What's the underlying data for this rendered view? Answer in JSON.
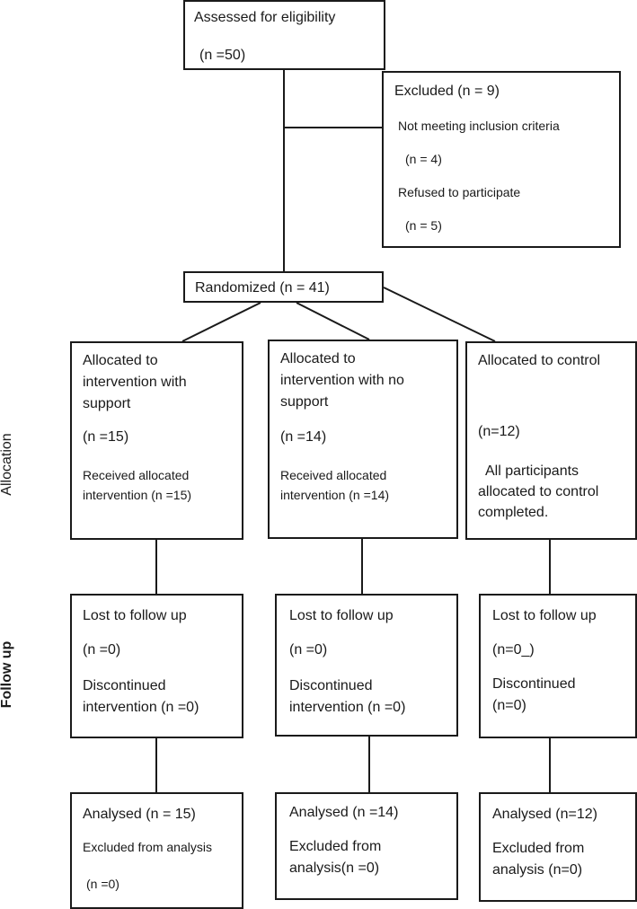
{
  "eligibility": {
    "title": "Assessed for eligibility",
    "n": "(n =50)"
  },
  "excluded": {
    "title": "Excluded (n = 9)",
    "reason1": "Not meeting inclusion criteria",
    "reason1_n": "(n = 4)",
    "reason2": "Refused to participate",
    "reason2_n": "(n = 5)"
  },
  "randomized": {
    "title": "Randomized (n = 41)"
  },
  "side_labels": {
    "allocation": "Allocation",
    "follow_up": "Follow up"
  },
  "allocation": [
    {
      "title_line1": "Allocated to",
      "title_line2": "intervention with",
      "title_line3": "support",
      "n": "(n =15)",
      "note_line1": "Received allocated",
      "note_line2": "intervention (n =15)"
    },
    {
      "title_line1": "Allocated to",
      "title_line2": "intervention with no",
      "title_line3": "support",
      "n": "(n =14)",
      "note_line1": "Received allocated",
      "note_line2": "intervention (n =14)"
    },
    {
      "title_line1": "Allocated to control",
      "n": "(n=12)",
      "note_line1": "All participants",
      "note_line2": "allocated to control",
      "note_line3": "completed."
    }
  ],
  "follow_up": [
    {
      "lost": "Lost to follow up",
      "lost_n": "(n =0)",
      "disc_line1": "Discontinued",
      "disc_line2": "intervention (n =0)"
    },
    {
      "lost": "Lost to follow up",
      "lost_n": "(n =0)",
      "disc_line1": "Discontinued",
      "disc_line2": "intervention (n =0)"
    },
    {
      "lost": "Lost to follow up",
      "lost_n": "(n=0_)",
      "disc_line1": "Discontinued",
      "disc_line2": "(n=0)"
    }
  ],
  "analysis": [
    {
      "title": "Analysed (n = 15)",
      "excl_line1": "Excluded from analysis",
      "excl_line2": "(n =0)"
    },
    {
      "title": "Analysed (n =14)",
      "excl_line1": "Excluded from",
      "excl_line2": "analysis(n =0)"
    },
    {
      "title": "Analysed (n=12)",
      "excl_line1": "Excluded from",
      "excl_line2": "analysis (n=0)"
    }
  ]
}
